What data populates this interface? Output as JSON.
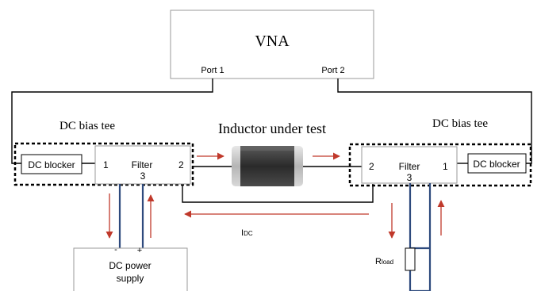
{
  "vna": {
    "title": "VNA",
    "port1": "Port 1",
    "port2": "Port 2"
  },
  "left_bias_tee": {
    "title": "DC bias tee",
    "dc_blocker": "DC blocker",
    "filter": "Filter",
    "pin1": "1",
    "pin2": "2",
    "pin3": "3"
  },
  "right_bias_tee": {
    "title": "DC bias tee",
    "dc_blocker": "DC blocker",
    "filter": "Filter",
    "pin1": "1",
    "pin2": "2",
    "pin3": "3"
  },
  "dut": {
    "title": "Inductor under test"
  },
  "current": {
    "label_main": "I",
    "label_sub": "DC"
  },
  "power_supply": {
    "line1": "DC power",
    "line2": "supply",
    "minus": "-",
    "plus": "+"
  },
  "load": {
    "label_main": "R",
    "label_sub": "load"
  },
  "colors": {
    "wire": "#000000",
    "dc_wire": "#2e4a7d",
    "arrow": "#c0392b",
    "box_border": "#999999",
    "chip_body": "#3a3a3a",
    "chip_end": "#cfcfcf"
  }
}
